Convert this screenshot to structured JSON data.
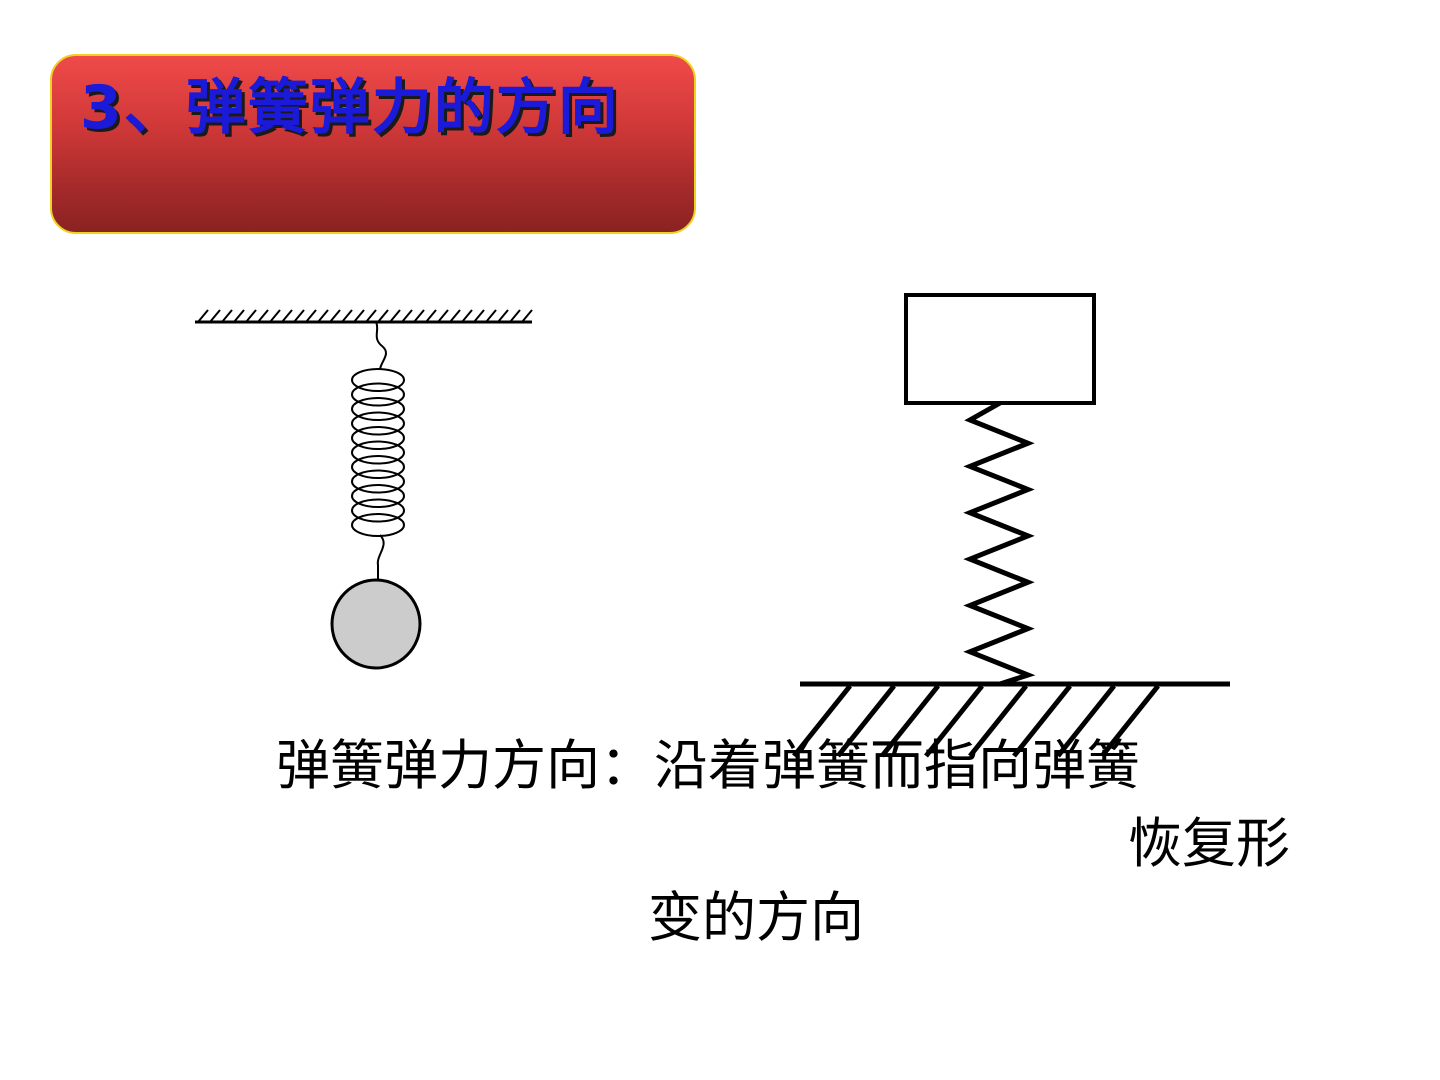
{
  "slide": {
    "title": "3、弹簧弹力的方向",
    "caption_lines": [
      "弹簧弹力方向：沿着弹簧而指向弹簧",
      "恢复形",
      "变的方向"
    ]
  },
  "colors": {
    "title_gradient_top": "#f04a4a",
    "title_gradient_bottom": "#8a2222",
    "title_border": "#f0d020",
    "title_text": "#1a1ad8",
    "ball_fill": "#cccccc"
  },
  "diagrams": [
    {
      "name": "hanging-spring-with-ball",
      "icon": "spring-ceiling-ball"
    },
    {
      "name": "compressed-spring-with-block",
      "icon": "spring-floor-block"
    }
  ]
}
